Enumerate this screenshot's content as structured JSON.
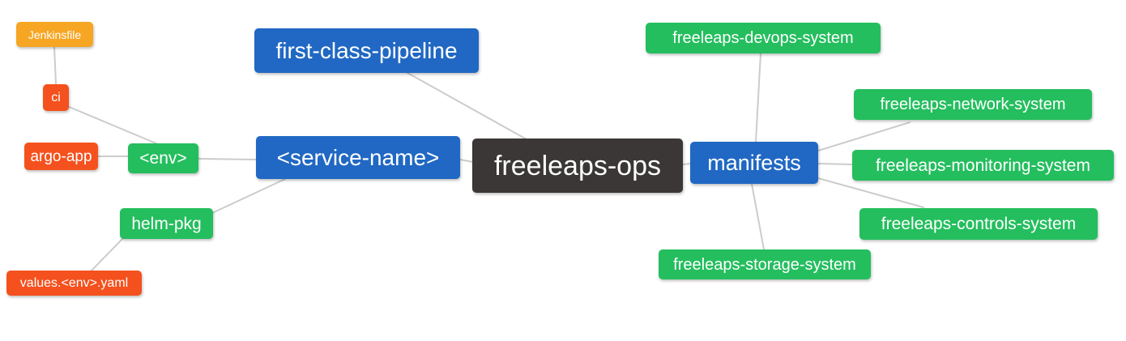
{
  "diagram": {
    "type": "mindmap",
    "root_label": "freeleaps-ops",
    "colors": {
      "background": "#ffffff",
      "edge": "#cccccc",
      "text": "#ffffff",
      "root": "#3a3736",
      "branch_blue": "#2068c3",
      "leaf_green": "#24be5e",
      "leaf_red": "#f4511e",
      "leaf_orange": "#f6a623"
    },
    "nodes": [
      {
        "id": "jenkinsfile",
        "label": "Jenkinsfile",
        "color": "#f6a623"
      },
      {
        "id": "ci",
        "label": "ci",
        "color": "#f4511e"
      },
      {
        "id": "argo-app",
        "label": "argo-app",
        "color": "#f4511e"
      },
      {
        "id": "env",
        "label": "<env>",
        "color": "#24be5e"
      },
      {
        "id": "helm-pkg",
        "label": "helm-pkg",
        "color": "#24be5e"
      },
      {
        "id": "values-env-yaml",
        "label": "values.<env>.yaml",
        "color": "#f4511e"
      },
      {
        "id": "first-class-pipeline",
        "label": "first-class-pipeline",
        "color": "#2068c3"
      },
      {
        "id": "service-name",
        "label": "<service-name>",
        "color": "#2068c3"
      },
      {
        "id": "freeleaps-ops",
        "label": "freeleaps-ops",
        "color": "#3a3736"
      },
      {
        "id": "manifests",
        "label": "manifests",
        "color": "#2068c3"
      },
      {
        "id": "devops-system",
        "label": "freeleaps-devops-system",
        "color": "#24be5e"
      },
      {
        "id": "network-system",
        "label": "freeleaps-network-system",
        "color": "#24be5e"
      },
      {
        "id": "monitoring-system",
        "label": "freeleaps-monitoring-system",
        "color": "#24be5e"
      },
      {
        "id": "controls-system",
        "label": "freeleaps-controls-system",
        "color": "#24be5e"
      },
      {
        "id": "storage-system",
        "label": "freeleaps-storage-system",
        "color": "#24be5e"
      }
    ],
    "edges": [
      {
        "from": "jenkinsfile",
        "to": "ci"
      },
      {
        "from": "ci",
        "to": "env"
      },
      {
        "from": "argo-app",
        "to": "env"
      },
      {
        "from": "env",
        "to": "service-name"
      },
      {
        "from": "service-name",
        "to": "helm-pkg"
      },
      {
        "from": "helm-pkg",
        "to": "values-env-yaml"
      },
      {
        "from": "service-name",
        "to": "freeleaps-ops"
      },
      {
        "from": "first-class-pipeline",
        "to": "freeleaps-ops"
      },
      {
        "from": "freeleaps-ops",
        "to": "manifests"
      },
      {
        "from": "manifests",
        "to": "devops-system"
      },
      {
        "from": "manifests",
        "to": "network-system"
      },
      {
        "from": "manifests",
        "to": "monitoring-system"
      },
      {
        "from": "manifests",
        "to": "controls-system"
      },
      {
        "from": "manifests",
        "to": "storage-system"
      }
    ]
  }
}
